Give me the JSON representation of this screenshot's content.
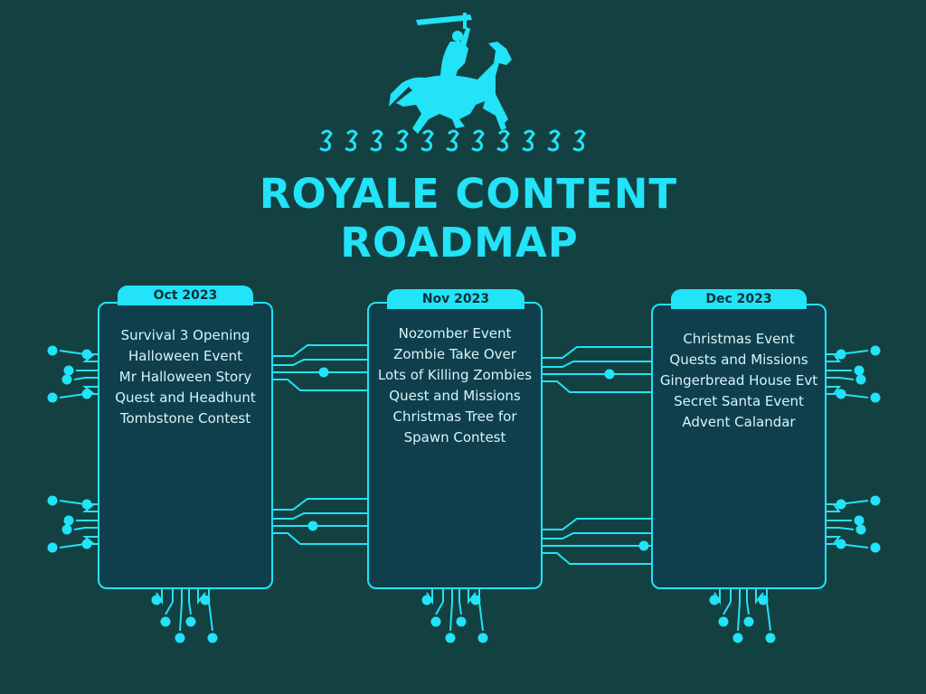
{
  "title": {
    "line1": "ROYALE CONTENT",
    "line2": "ROADMAP"
  },
  "colors": {
    "background": "#134142",
    "accent": "#22e3f7",
    "card": "#0f3f4d",
    "text": "#d6f4f8"
  },
  "logo": {
    "icon": "knight-on-horse-icon"
  },
  "months": [
    {
      "label": "Oct 2023",
      "items": [
        "Survival 3 Opening",
        "Halloween Event",
        "Mr Halloween Story",
        "Quest and Headhunt",
        "Tombstone Contest"
      ]
    },
    {
      "label": "Nov 2023",
      "items": [
        "Nozomber Event",
        "Zombie Take Over",
        "Lots of Killing Zombies",
        "Quest and Missions",
        "Christmas Tree for",
        "Spawn Contest"
      ]
    },
    {
      "label": "Dec 2023",
      "items": [
        "Christmas Event",
        "Quests and Missions",
        "Gingerbread House Evt",
        "Secret Santa Event",
        "Advent Calandar"
      ]
    }
  ]
}
